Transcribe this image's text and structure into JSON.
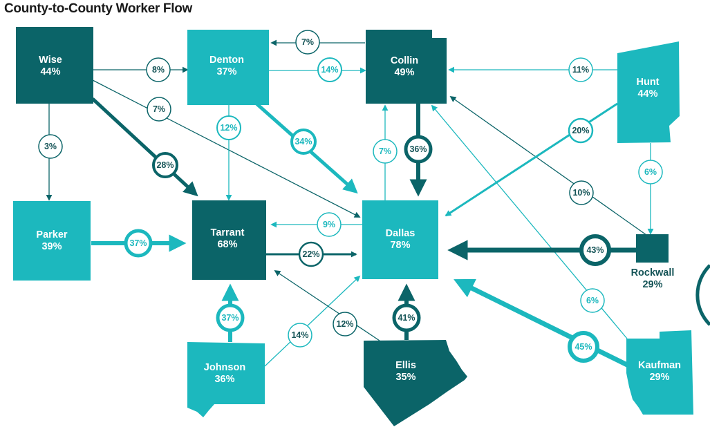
{
  "title": "County-to-County Worker Flow",
  "colors": {
    "dark": "#0b6468",
    "light": "#1cb8be",
    "text_dark": "#155457"
  },
  "counties": {
    "wise": {
      "name": "Wise",
      "pct": "44%"
    },
    "denton": {
      "name": "Denton",
      "pct": "37%"
    },
    "collin": {
      "name": "Collin",
      "pct": "49%"
    },
    "hunt": {
      "name": "Hunt",
      "pct": "44%"
    },
    "parker": {
      "name": "Parker",
      "pct": "39%"
    },
    "tarrant": {
      "name": "Tarrant",
      "pct": "68%"
    },
    "dallas": {
      "name": "Dallas",
      "pct": "78%"
    },
    "rockwall": {
      "name": "Rockwall",
      "pct": "29%"
    },
    "johnson": {
      "name": "Johnson",
      "pct": "36%"
    },
    "ellis": {
      "name": "Ellis",
      "pct": "35%"
    },
    "kaufman": {
      "name": "Kaufman",
      "pct": "29%"
    }
  },
  "flows": {
    "wise_denton": "8%",
    "wise_dallas": "7%",
    "wise_tarrant": "28%",
    "wise_parker": "3%",
    "collin_denton": "7%",
    "denton_collin": "14%",
    "denton_tarrant": "12%",
    "denton_dallas": "34%",
    "hunt_collin": "11%",
    "hunt_dallas": "20%",
    "hunt_rockwall": "6%",
    "rockwall_collin": "10%",
    "dallas_collin": "7%",
    "collin_dallas": "36%",
    "dallas_tarrant": "9%",
    "parker_tarrant": "37%",
    "tarrant_dallas": "22%",
    "rockwall_dallas": "43%",
    "johnson_tarrant": "37%",
    "johnson_dallas": "14%",
    "ellis_tarrant": "12%",
    "ellis_dallas": "41%",
    "kaufman_collin": "6%",
    "kaufman_dallas": "45%"
  }
}
